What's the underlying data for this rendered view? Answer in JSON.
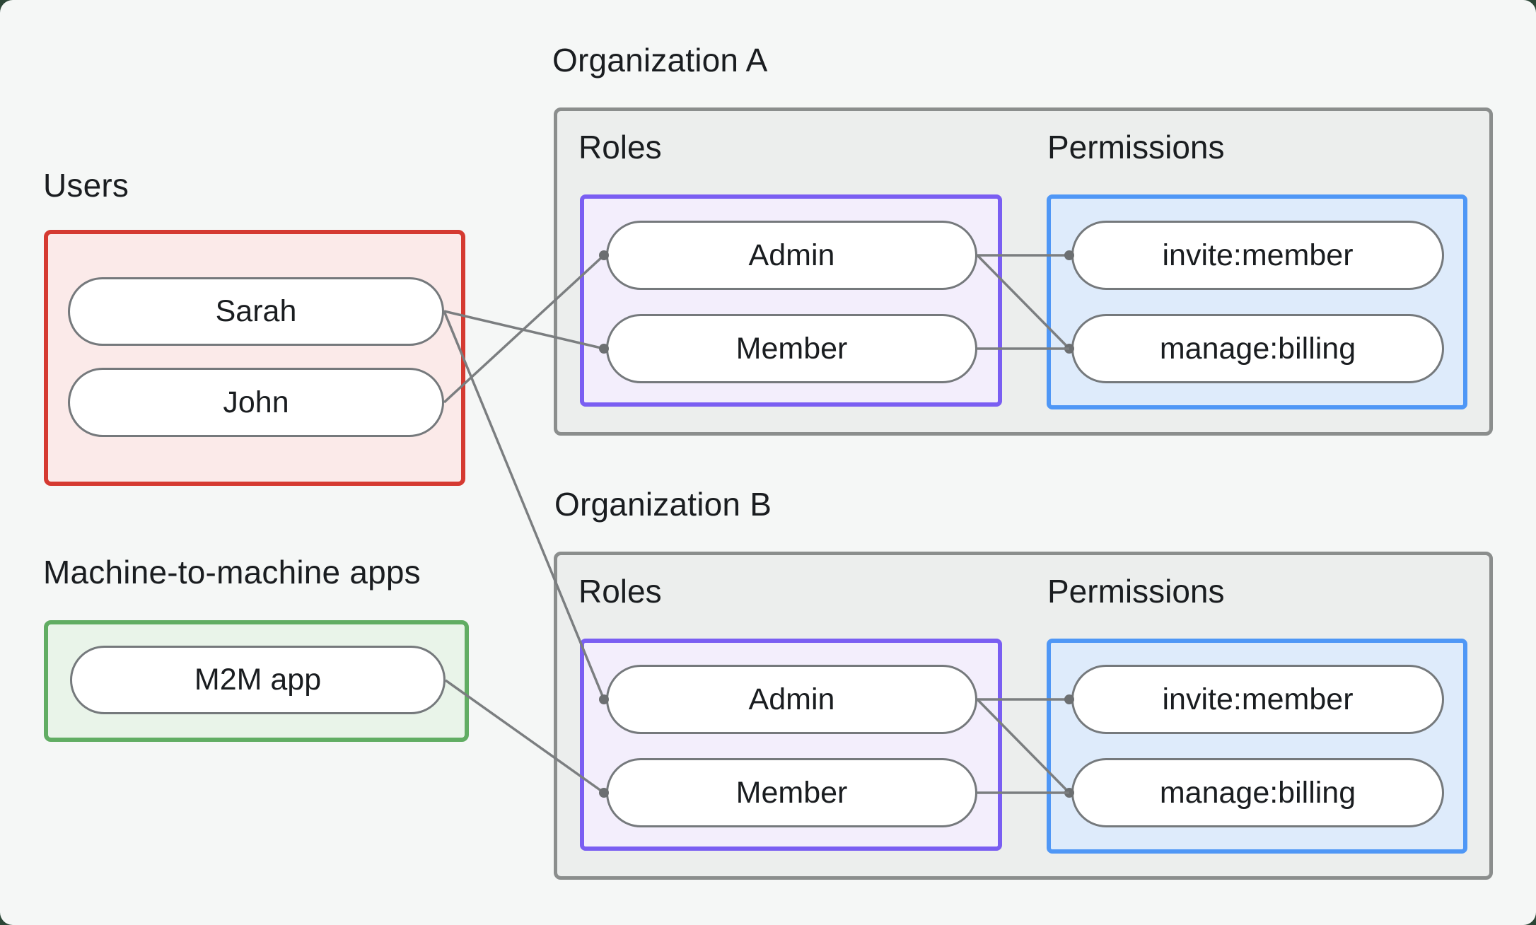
{
  "canvas": {
    "background": "#f5f7f6",
    "outside_corner_color": "#2c4636"
  },
  "diagram": {
    "edge_color": "#7b7e80",
    "dot_color": "#6c6f71",
    "pill_border_color": "#75797c",
    "pill_fill": "#ffffff",
    "text_color": "#1a1d20",
    "org_box_border_color": "#8b8e8d",
    "org_box_fill": "#eceeed"
  },
  "users_group": {
    "title": "Users",
    "border_color": "#d53a31",
    "fill": "#fbeae9",
    "nodes": [
      {
        "id": "sarah",
        "label": "Sarah"
      },
      {
        "id": "john",
        "label": "John"
      }
    ]
  },
  "m2m_group": {
    "title": "Machine-to-machine apps",
    "border_color": "#61ad63",
    "fill": "#e9f4e9",
    "nodes": [
      {
        "id": "m2m",
        "label": "M2M app"
      }
    ]
  },
  "org_a": {
    "title": "Organization A",
    "roles": {
      "label": "Roles",
      "border_color": "#7a5ef2",
      "fill": "#f3eefc",
      "nodes": [
        {
          "id": "orgA.admin",
          "label": "Admin"
        },
        {
          "id": "orgA.member",
          "label": "Member"
        }
      ]
    },
    "permissions": {
      "label": "Permissions",
      "border_color": "#4f97f6",
      "fill": "#deebfb",
      "nodes": [
        {
          "id": "orgA.invite",
          "label": "invite:member"
        },
        {
          "id": "orgA.billing",
          "label": "manage:billing"
        }
      ]
    }
  },
  "org_b": {
    "title": "Organization B",
    "roles": {
      "label": "Roles",
      "border_color": "#7a5ef2",
      "fill": "#f3eefc",
      "nodes": [
        {
          "id": "orgB.admin",
          "label": "Admin"
        },
        {
          "id": "orgB.member",
          "label": "Member"
        }
      ]
    },
    "permissions": {
      "label": "Permissions",
      "border_color": "#4f97f6",
      "fill": "#deebfb",
      "nodes": [
        {
          "id": "orgB.invite",
          "label": "invite:member"
        },
        {
          "id": "orgB.billing",
          "label": "manage:billing"
        }
      ]
    }
  },
  "edges": [
    {
      "from": "sarah",
      "to": "orgA.member"
    },
    {
      "from": "john",
      "to": "orgA.admin"
    },
    {
      "from": "sarah",
      "to": "orgB.admin"
    },
    {
      "from": "m2m",
      "to": "orgB.member"
    },
    {
      "from": "orgA.admin",
      "to": "orgA.invite"
    },
    {
      "from": "orgA.admin",
      "to": "orgA.billing"
    },
    {
      "from": "orgA.member",
      "to": "orgA.billing"
    },
    {
      "from": "orgB.admin",
      "to": "orgB.invite"
    },
    {
      "from": "orgB.admin",
      "to": "orgB.billing"
    },
    {
      "from": "orgB.member",
      "to": "orgB.billing"
    }
  ]
}
